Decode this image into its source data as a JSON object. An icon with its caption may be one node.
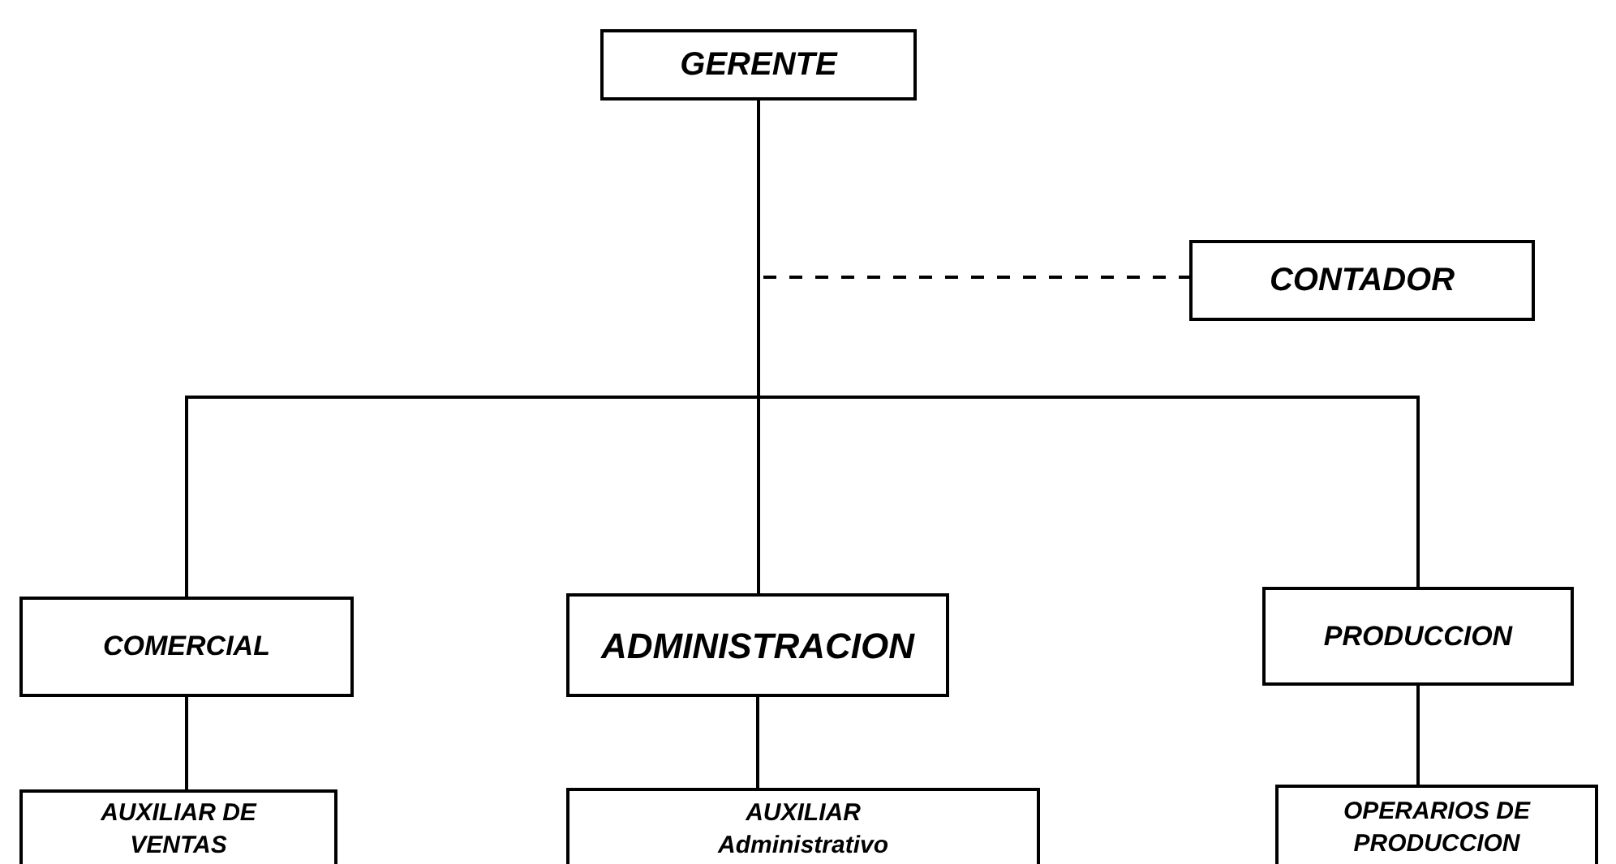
{
  "diagram": {
    "nodes": [
      {
        "text": [
          "GERENTE"
        ]
      },
      {
        "text": [
          "CONTADOR"
        ]
      },
      {
        "text": [
          "COMERCIAL"
        ]
      },
      {
        "text": [
          "ADMINISTRACION"
        ]
      },
      {
        "text": [
          "PRODUCCION"
        ]
      },
      {
        "text": [
          "AUXILIAR DE VENTAS"
        ]
      },
      {
        "text": [
          "AUXILIAR Administrativo"
        ]
      },
      {
        "text": [
          "OPERARIOS DE PRODUCCION"
        ]
      }
    ],
    "edges": [
      {
        "from": 0,
        "to": 1,
        "arrow": "none",
        "style": "dashed"
      },
      {
        "from": 0,
        "to": 2,
        "arrow": "none"
      },
      {
        "from": 0,
        "to": 3,
        "arrow": "none"
      },
      {
        "from": 0,
        "to": 4,
        "arrow": "none"
      },
      {
        "from": 2,
        "to": 5,
        "arrow": "none"
      },
      {
        "from": 3,
        "to": 6,
        "arrow": "none"
      },
      {
        "from": 4,
        "to": 7,
        "arrow": "none"
      }
    ]
  }
}
